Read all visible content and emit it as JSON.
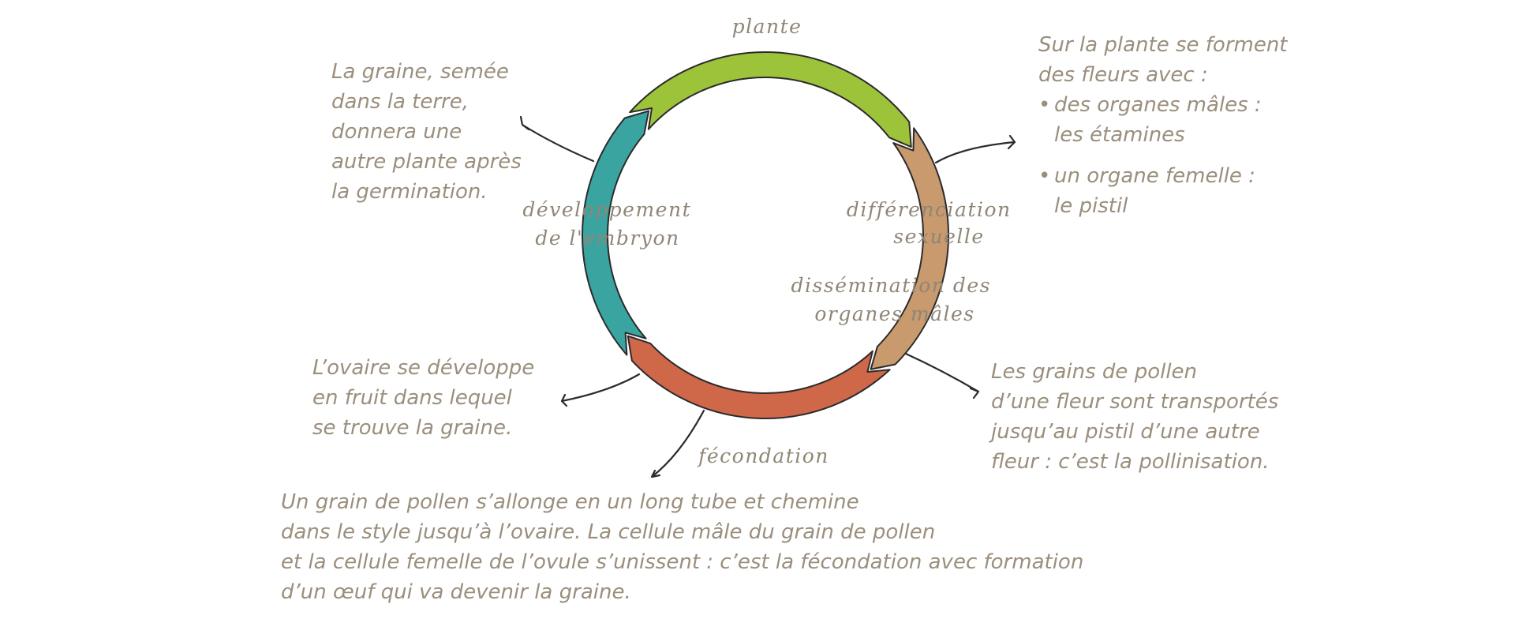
{
  "cycle": {
    "stages": [
      {
        "id": "plante",
        "label": [
          "plante"
        ],
        "color": "#9dc33b"
      },
      {
        "id": "differenciation",
        "label": [
          "différenciation",
          "sexuelle"
        ],
        "color": "#c89a6e"
      },
      {
        "id": "dissemination",
        "label": [
          "dissémination des",
          "organes mâles"
        ],
        "color": "#c89a6e"
      },
      {
        "id": "fecondation",
        "label": [
          "fécondation"
        ],
        "color": "#cf6749"
      },
      {
        "id": "developpement",
        "label": [
          "développement",
          "de l'embryon"
        ],
        "color": "#3aa4a1"
      }
    ]
  },
  "notes": {
    "graine": [
      "La graine, semée",
      "dans la terre,",
      "donnera une",
      "autre plante après",
      "la germination."
    ],
    "fleurs": {
      "intro": [
        "Sur la plante se forment",
        "des fleurs avec :"
      ],
      "items": [
        [
          "des organes mâles :",
          "les étamines"
        ],
        [
          "un organe femelle :",
          "le pistil"
        ]
      ]
    },
    "ovaire": [
      "L’ovaire se développe",
      "en fruit dans lequel",
      "se trouve la graine."
    ],
    "pollen": [
      "Les grains de pollen",
      "d’une fleur sont transportés",
      "jusqu’au pistil d’une autre",
      "fleur : c’est la pollinisation."
    ],
    "tube": [
      "Un grain de pollen s’allonge en un long tube et chemine",
      "dans le style jusqu’à l’ovaire. La cellule mâle du grain de pollen",
      "et la cellule femelle de l’ovule s’unissent : c’est la fécondation avec formation",
      "d’un œuf qui va devenir la graine."
    ]
  }
}
